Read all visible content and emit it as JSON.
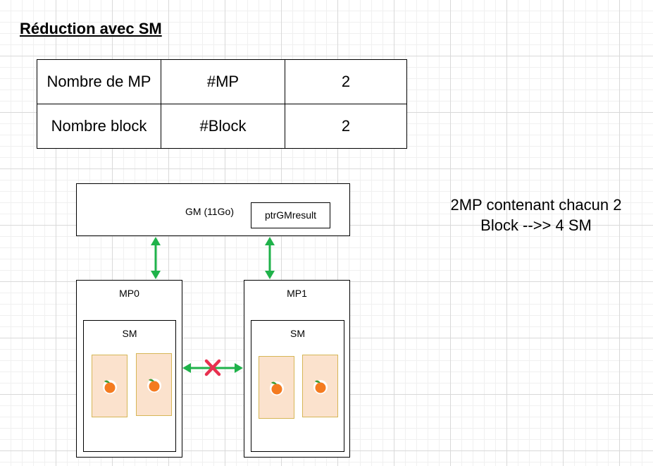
{
  "title": "Réduction avec SM",
  "table": {
    "rows": [
      [
        "Nombre de MP",
        "#MP",
        "2"
      ],
      [
        "Nombre block",
        "#Block",
        "2"
      ]
    ]
  },
  "gm": {
    "label": "GM (11Go)",
    "result_label": "ptrGMresult"
  },
  "mps": [
    {
      "label": "MP0",
      "sm_label": "SM",
      "blocks": 2
    },
    {
      "label": "MP1",
      "sm_label": "SM",
      "blocks": 2
    }
  ],
  "note": "2MP contenant chacun 2\nBlock -->> 4 SM",
  "colors": {
    "arrow": "#1fb24a",
    "cross": "#e8304f",
    "block_fill": "#fbe2cd",
    "block_border": "#d6b656",
    "orange": "#f47b20"
  },
  "icons": {
    "block": "orange-icon",
    "blocked_link": "cross-icon",
    "link": "double-arrow-icon"
  }
}
